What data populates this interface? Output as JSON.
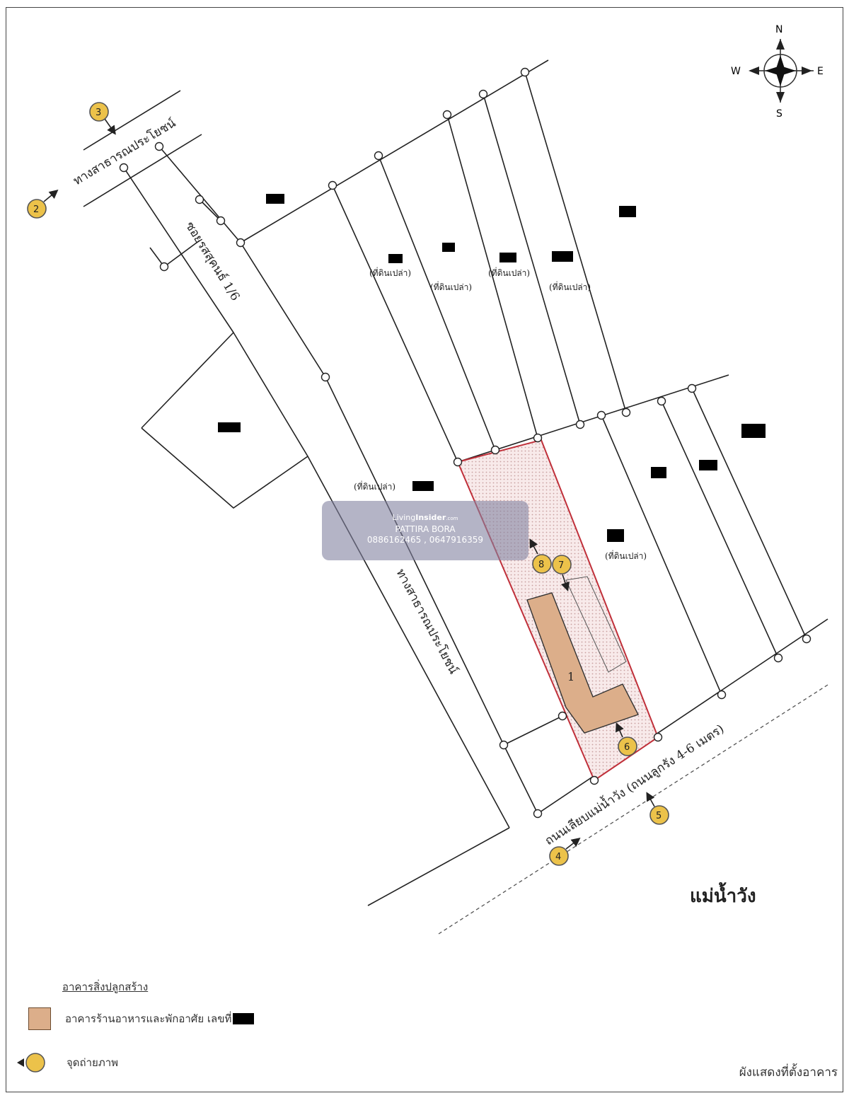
{
  "compass": {
    "north": "N",
    "south": "S",
    "east": "E",
    "west": "W"
  },
  "roads": {
    "public_way_top": "ทางสาธารณประโยชน์",
    "soi": "ซอยรสสุคนธ์ 1/6",
    "public_way_main": "ทางสาธารณประโยชน์",
    "river_road": "ถนนเลียบแม่น้ำวัง (ถนนลูกรัง 4-6 เมตร)"
  },
  "river": "แม่น้ำวัง",
  "vacant_label": "(ที่ดินเปล่า)",
  "building_number": "1",
  "photo_points": [
    "2",
    "3",
    "4",
    "5",
    "6",
    "7",
    "8"
  ],
  "watermark": {
    "brand_light": "Living",
    "brand_bold": "Insider",
    "brand_suffix": ".com",
    "name": "PATTIRA BORA",
    "phones": "0886162465 , 0647916359"
  },
  "legend": {
    "title": "อาคารสิ่งปลูกสร้าง",
    "building": "อาคารร้านอาหารและพักอาศัย เลขที่",
    "photo_point": "จุดถ่ายภาพ"
  },
  "caption": "ผังแสดงที่ตั้งอาคาร",
  "colors": {
    "site": "#c0303a",
    "building": "#dcae8a",
    "marker": "#ecc24a"
  }
}
